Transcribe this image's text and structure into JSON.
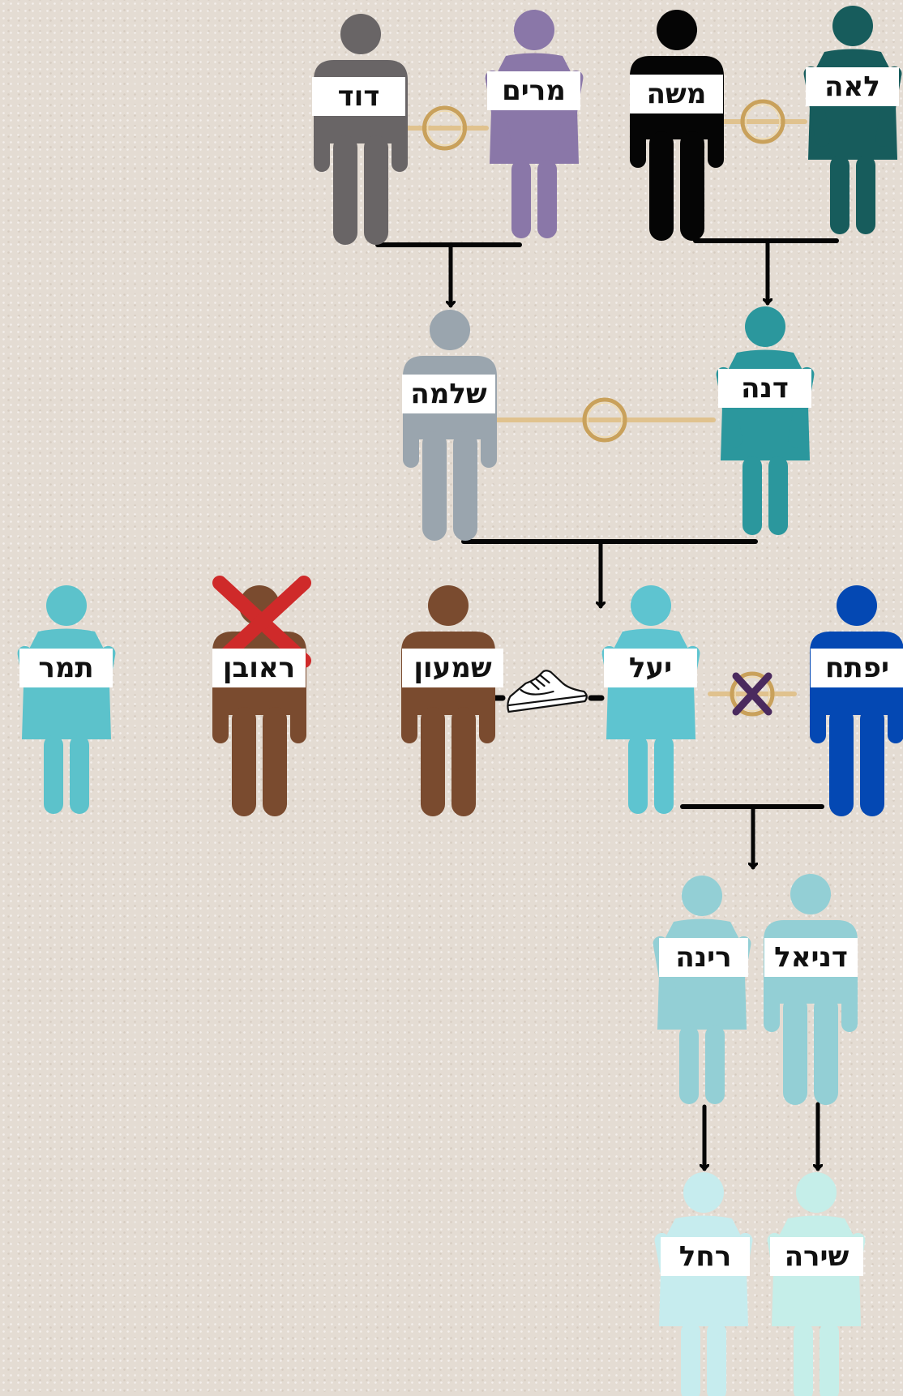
{
  "people": [
    {
      "id": "david",
      "name": "דוד",
      "gender": "male",
      "color": "#696566"
    },
    {
      "id": "miriam",
      "name": "מרים",
      "gender": "female",
      "color": "#8a77a8"
    },
    {
      "id": "moshe",
      "name": "משה",
      "gender": "male",
      "color": "#050505"
    },
    {
      "id": "leah",
      "name": "לאה",
      "gender": "female",
      "color": "#175c5c"
    },
    {
      "id": "shlomo",
      "name": "שלמה",
      "gender": "male",
      "color": "#9aa5ae"
    },
    {
      "id": "dana",
      "name": "דנה",
      "gender": "female",
      "color": "#2b979d"
    },
    {
      "id": "tamar",
      "name": "תמר",
      "gender": "female",
      "color": "#5cc2cb"
    },
    {
      "id": "reuven",
      "name": "ראובן",
      "gender": "male",
      "color": "#7a4b2f",
      "crossed": true,
      "cross_color": "#cf2a2a"
    },
    {
      "id": "shimon",
      "name": "שמעון",
      "gender": "male",
      "color": "#7a4b2f"
    },
    {
      "id": "yael",
      "name": "יעל",
      "gender": "female",
      "color": "#5ec4d0"
    },
    {
      "id": "yiftach",
      "name": "יפתח",
      "gender": "male",
      "color": "#0448b3"
    },
    {
      "id": "rina",
      "name": "רינה",
      "gender": "female",
      "color": "#93cfd5"
    },
    {
      "id": "daniel",
      "name": "דניאל",
      "gender": "male",
      "color": "#93cfd5"
    },
    {
      "id": "rachel",
      "name": "רחל",
      "gender": "female",
      "color": "#c6ecee"
    },
    {
      "id": "shira",
      "name": "שירה",
      "gender": "female",
      "color": "#c5eee9"
    }
  ],
  "links": [
    {
      "from": "david",
      "to": "miriam",
      "type": "marriage"
    },
    {
      "from": "moshe",
      "to": "leah",
      "type": "marriage"
    },
    {
      "from": "shlomo",
      "to": "dana",
      "type": "marriage"
    },
    {
      "from": "shimon",
      "to": "yael",
      "type": "shoe"
    },
    {
      "from": "yael",
      "to": "yiftach",
      "type": "divorce"
    }
  ],
  "parentage": [
    {
      "parents": [
        "david",
        "miriam"
      ],
      "children": [
        "shlomo"
      ]
    },
    {
      "parents": [
        "moshe",
        "leah"
      ],
      "children": [
        "dana"
      ]
    },
    {
      "parents": [
        "shlomo",
        "dana"
      ],
      "children": [
        "yael"
      ]
    },
    {
      "parents": [
        "yael",
        "yiftach"
      ],
      "children": [
        "rina",
        "daniel"
      ]
    },
    {
      "parents": [
        "rina"
      ],
      "children": [
        "rachel"
      ]
    },
    {
      "parents": [
        "daniel"
      ],
      "children": [
        "shira"
      ]
    }
  ],
  "colors": {
    "line": "#050505",
    "ring": "#c9a15b",
    "ring_bar": "#e0c28e",
    "divorce_x": "#4a2a5e",
    "label_bg": "#ffffff",
    "label_text": "#111111"
  },
  "icons": {
    "marriage": "wedding-ring-icon",
    "shoe": "sneaker-icon",
    "divorce": "crossed-ring-icon",
    "deceased": "red-x-icon"
  }
}
